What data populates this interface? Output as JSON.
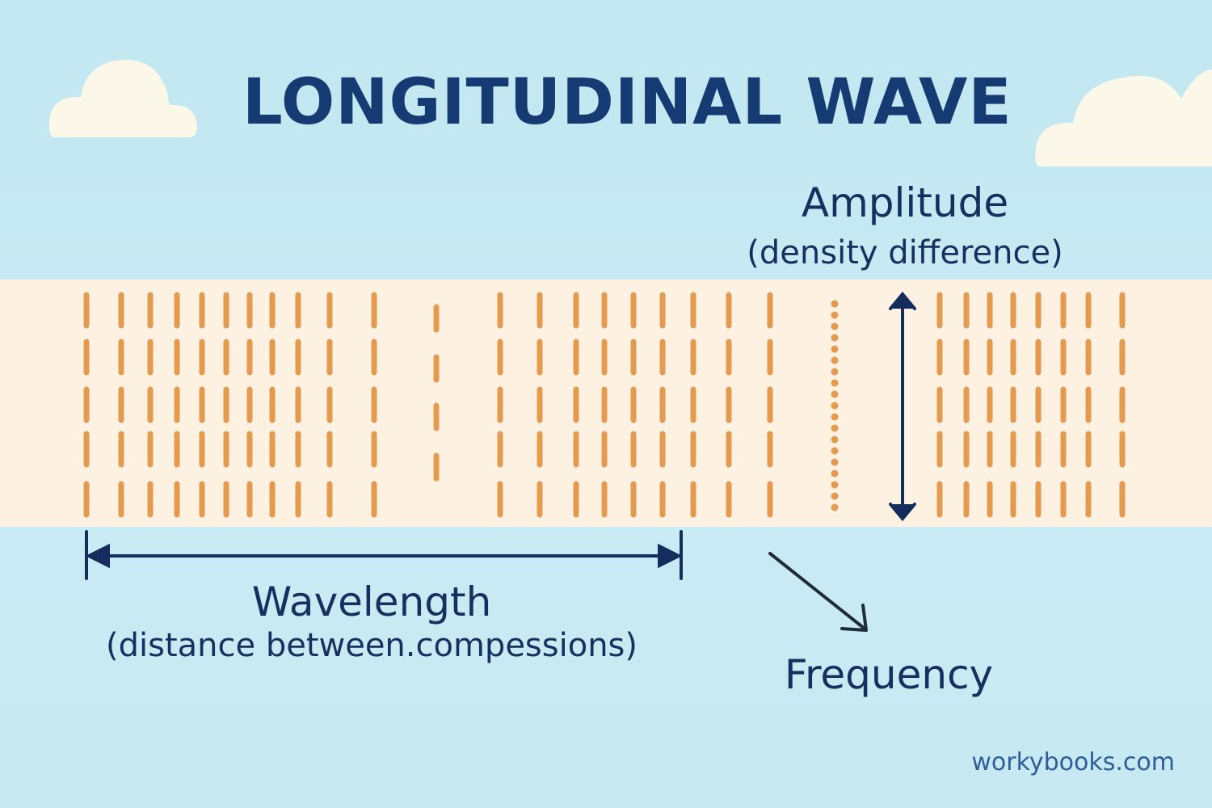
{
  "title": "LONGITUDINAL WAVE",
  "labels": {
    "amplitude": "Amplitude",
    "amplitude_note": "(density difference)",
    "wavelength": "Wavelength",
    "wavelength_note": "(distance between.compessions)",
    "frequency": "Frequency"
  },
  "watermark": "workybooks.com",
  "colors": {
    "background": "#c6e9f2",
    "medium_band": "#fdf1e1",
    "particle": "#e49a4f",
    "text": "#15305f",
    "arrow": "#152d5c"
  }
}
